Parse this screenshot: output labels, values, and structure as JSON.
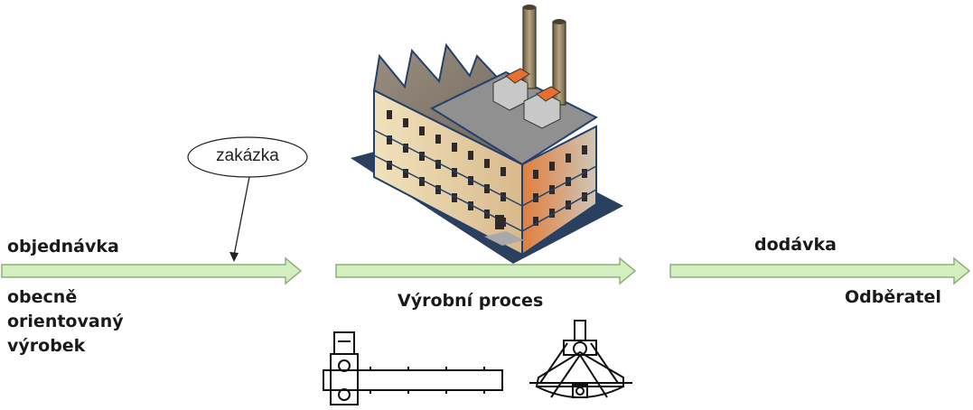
{
  "bubble": {
    "text": "zakázka"
  },
  "labels": {
    "objednavka": "objednávka",
    "obecne": [
      "obecně",
      "orientovaný",
      "výrobek"
    ],
    "vyrobni_proces": "Výrobní proces",
    "dodavka": "dodávka",
    "odberatel": "Odběratel"
  },
  "colors": {
    "arrow_fill": "#d3efbf",
    "arrow_stroke": "#8fb07a",
    "factory_wall_light": "#ead6ad",
    "factory_wall_orange": "#e58a4c",
    "factory_roof": "#8f8f8f",
    "factory_outline": "#23406b",
    "smokestack": "#8a7a5e",
    "rooftop_unit_accent": "#e8702f"
  },
  "icons": [
    "factory-icon",
    "conveyor-icon",
    "mechanism-icon"
  ]
}
